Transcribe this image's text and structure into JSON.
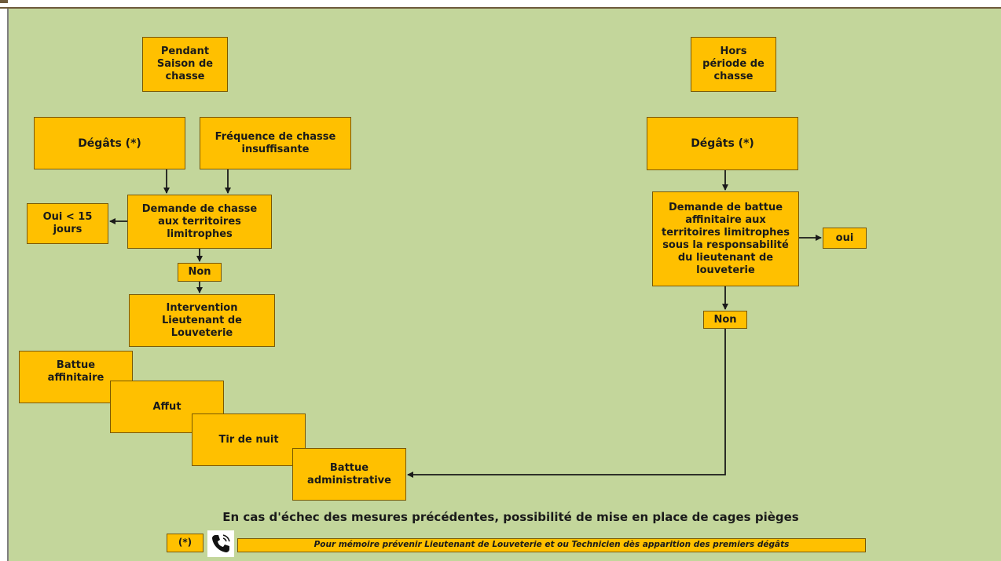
{
  "left": {
    "season_label": "Pendant\nSaison de\nchasse",
    "damage_label": "Dégâts (*)",
    "frequency_label": "Fréquence de chasse\ninsuffisante",
    "request_label": "Demande de chasse\naux territoires\nlimitrophes",
    "yes_label": "Oui < 15\njours",
    "no_label": "Non",
    "intervention_label": "Intervention\nLieutenant de\nLouveterie",
    "battue_affinitaire_label": "Battue\naffinitaire",
    "affut_label": "Affut",
    "tir_label": "Tir de nuit",
    "battue_admin_label": "Battue\nadministrative"
  },
  "right": {
    "off_season_label": "Hors\npériode de\nchasse",
    "damage_label": "Dégâts (*)",
    "request_label": "Demande de battue\naffinitaire aux\nterritoires limitrophes\nsous la responsabilité\ndu lieutenant de\nlouveterie",
    "yes_label": "oui",
    "no_label": "Non"
  },
  "footer": {
    "caption": "En cas d'échec des mesures précédentes, possibilité de mise en place de cages pièges",
    "star_label": "(*)",
    "phone_icon": "phone-icon",
    "memo": "Pour mémoire prévenir Lieutenant de Louveterie et ou Technicien dès apparition des premiers dégâts"
  },
  "colors": {
    "background": "#c3d69b",
    "box_fill": "#ffc000",
    "box_border": "#7a5800",
    "arrow": "#1a1a1a"
  }
}
